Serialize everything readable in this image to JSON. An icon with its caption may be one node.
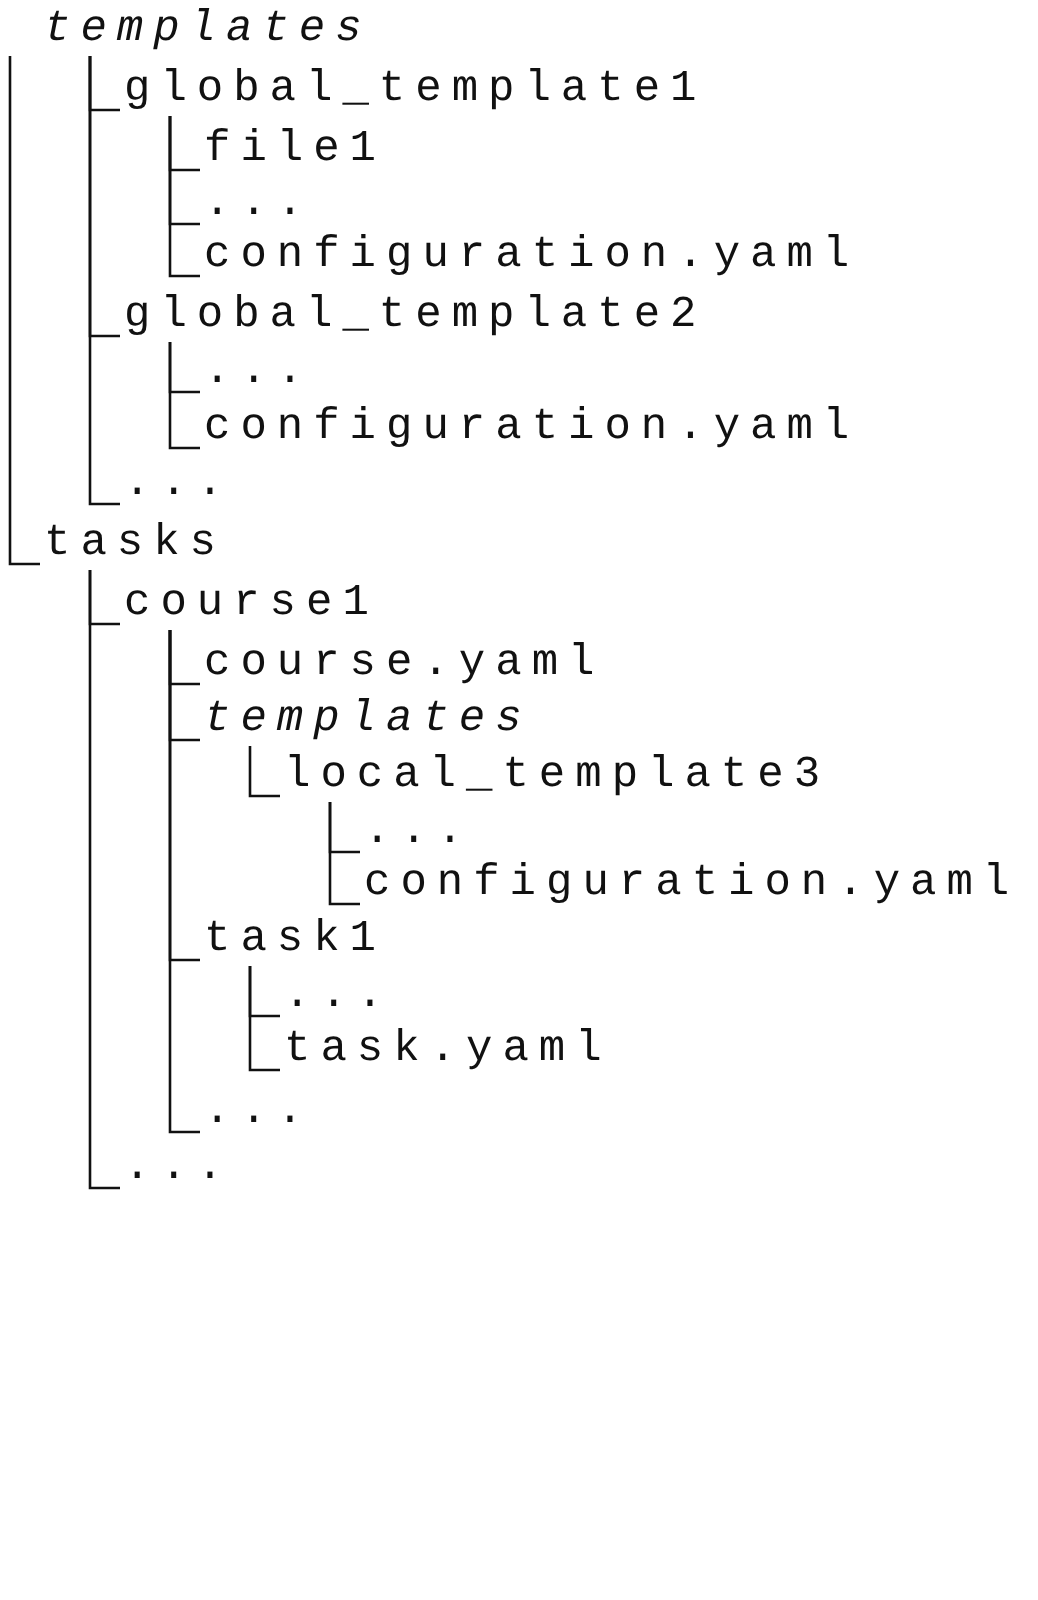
{
  "diagram": {
    "nodes": [
      {
        "text": [
          "templates"
        ]
      },
      {
        "text": [
          "global_template1"
        ]
      },
      {
        "text": [
          "file1"
        ]
      },
      {
        "text": [
          "..."
        ]
      },
      {
        "text": [
          "configuration.yaml"
        ]
      },
      {
        "text": [
          "global_template2"
        ]
      },
      {
        "text": [
          "..."
        ]
      },
      {
        "text": [
          "configuration.yaml"
        ]
      },
      {
        "text": [
          "..."
        ]
      },
      {
        "text": [
          "tasks"
        ]
      },
      {
        "text": [
          "course1"
        ]
      },
      {
        "text": [
          "course.yaml"
        ]
      },
      {
        "text": [
          "templates"
        ]
      },
      {
        "text": [
          "local_template3"
        ]
      },
      {
        "text": [
          "..."
        ]
      },
      {
        "text": [
          "configuration.yaml"
        ]
      },
      {
        "text": [
          "task1"
        ]
      },
      {
        "text": [
          "..."
        ]
      },
      {
        "text": [
          "task.yaml"
        ]
      },
      {
        "text": [
          "..."
        ]
      },
      {
        "text": [
          "..."
        ]
      }
    ],
    "edges": [
      {
        "from": 0,
        "to": 9,
        "arrow": "none"
      },
      {
        "from": 0,
        "to": 1,
        "arrow": "none"
      },
      {
        "from": 1,
        "to": 2,
        "arrow": "none"
      },
      {
        "from": 1,
        "to": 3,
        "arrow": "none"
      },
      {
        "from": 1,
        "to": 4,
        "arrow": "none"
      },
      {
        "from": 0,
        "to": 5,
        "arrow": "none"
      },
      {
        "from": 5,
        "to": 6,
        "arrow": "none"
      },
      {
        "from": 5,
        "to": 7,
        "arrow": "none"
      },
      {
        "from": 0,
        "to": 8,
        "arrow": "none"
      },
      {
        "from": 9,
        "to": 10,
        "arrow": "none"
      },
      {
        "from": 10,
        "to": 11,
        "arrow": "none"
      },
      {
        "from": 10,
        "to": 12,
        "arrow": "none"
      },
      {
        "from": 12,
        "to": 13,
        "arrow": "none"
      },
      {
        "from": 13,
        "to": 14,
        "arrow": "none"
      },
      {
        "from": 13,
        "to": 15,
        "arrow": "none"
      },
      {
        "from": 10,
        "to": 16,
        "arrow": "none"
      },
      {
        "from": 16,
        "to": 17,
        "arrow": "none"
      },
      {
        "from": 16,
        "to": 18,
        "arrow": "none"
      },
      {
        "from": 10,
        "to": 19,
        "arrow": "none"
      },
      {
        "from": 9,
        "to": 20,
        "arrow": "none"
      }
    ]
  }
}
